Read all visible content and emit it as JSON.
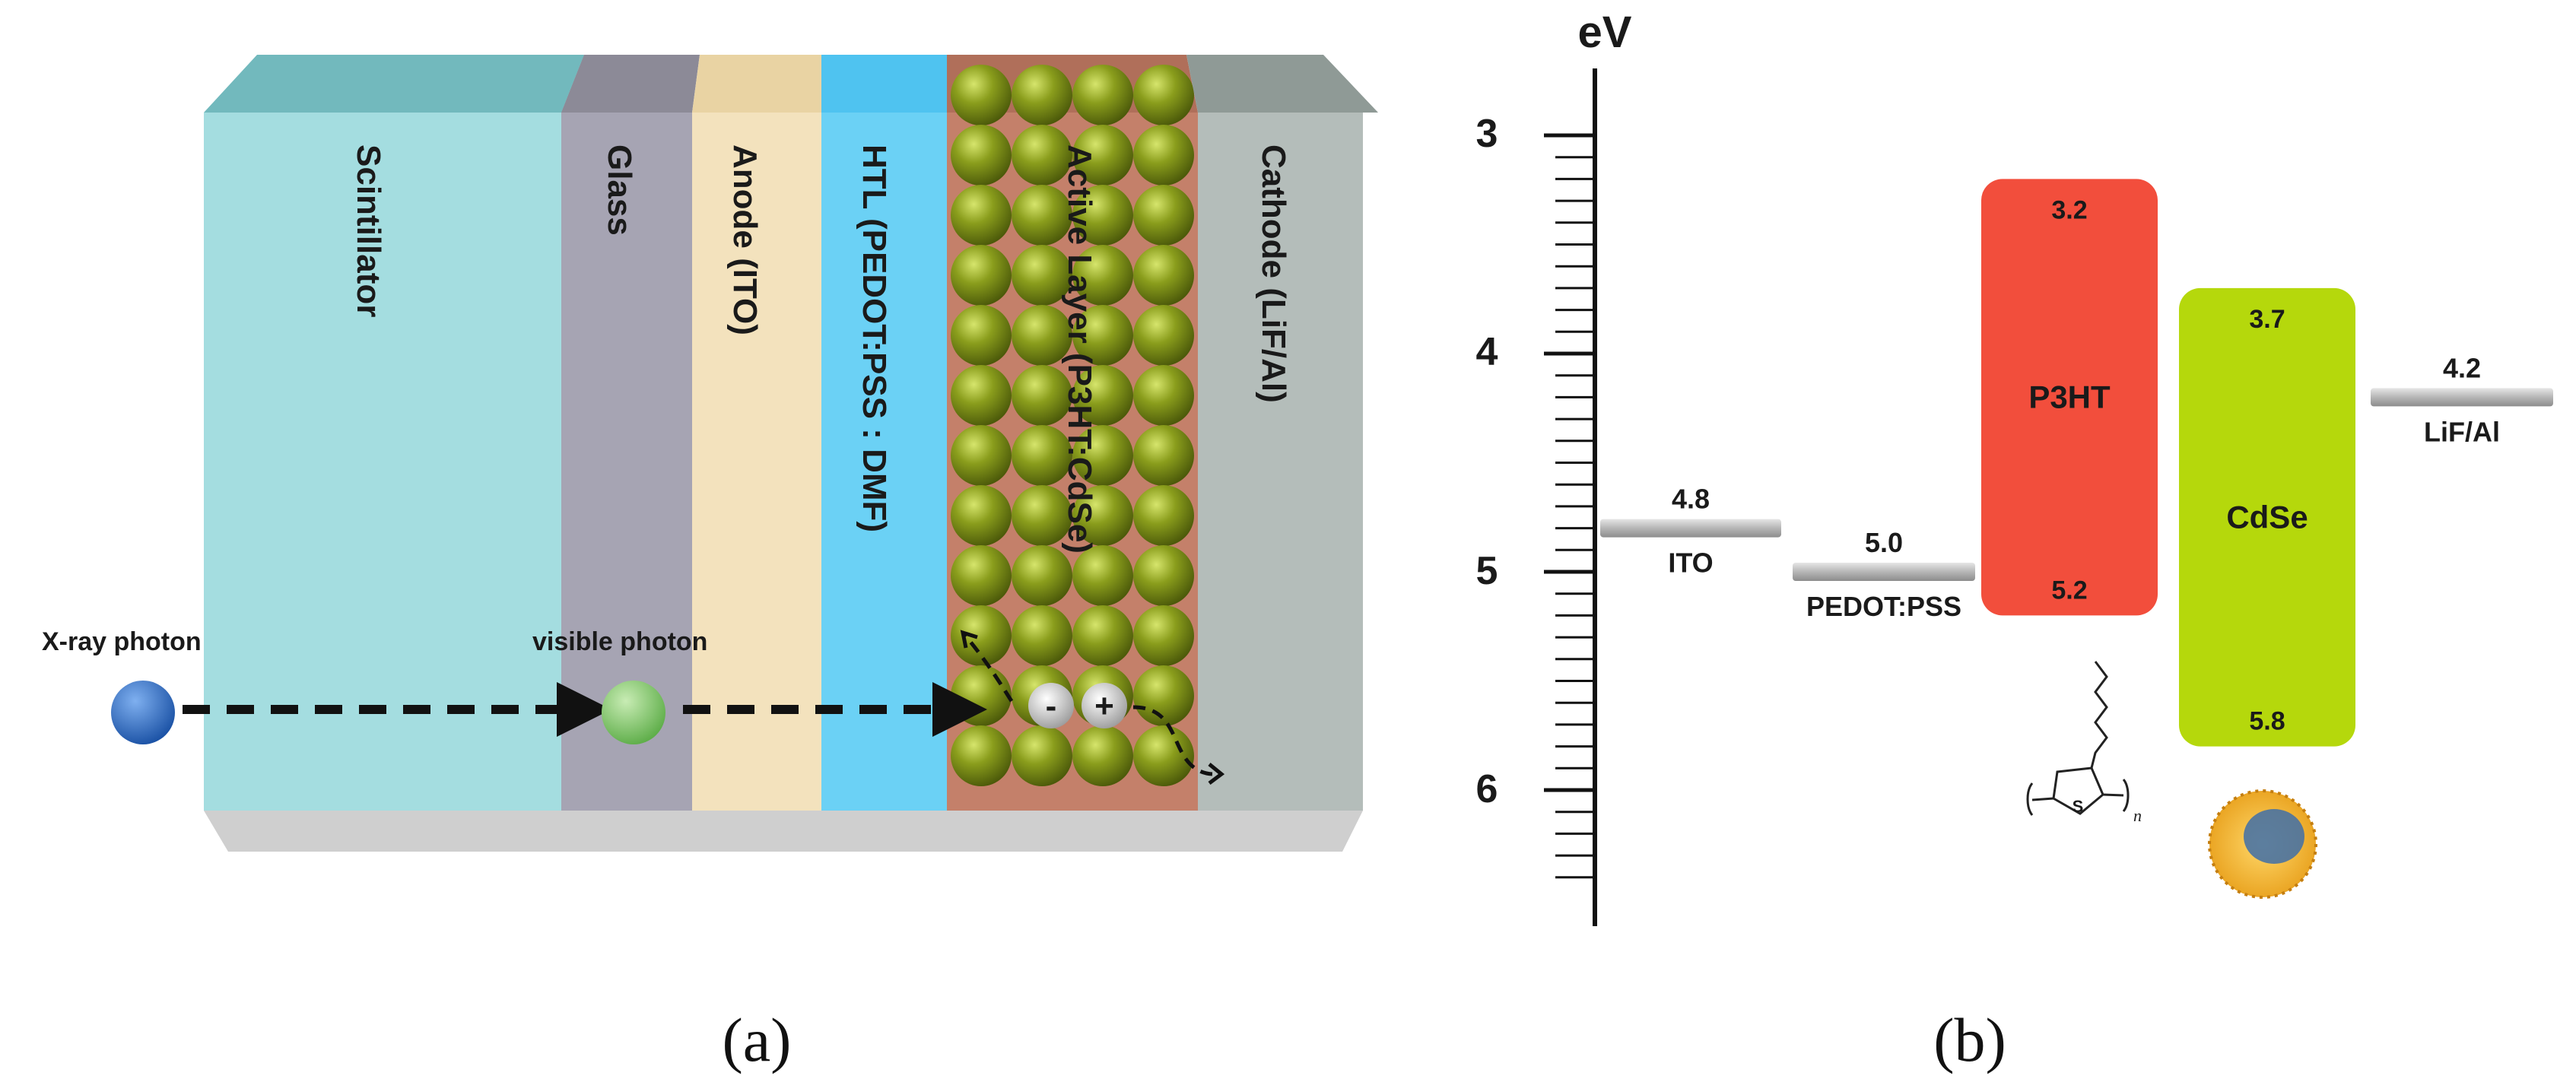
{
  "panel_a": {
    "label": "(a)",
    "layers": [
      {
        "name": "Scintillator",
        "color": "#a4dde0"
      },
      {
        "name": "Glass",
        "color": "#a6a4b3"
      },
      {
        "name": "Anode (ITO)",
        "color": "#f3e2bd"
      },
      {
        "name": "HTL (PEDOT:PSS : DMF)",
        "color": "#6bd1f5"
      },
      {
        "name": "Active Layer (P3HT:CdSe)",
        "color": "#c4806a"
      },
      {
        "name": "Cathode (LiF/Al)",
        "color": "#b4bdba"
      }
    ],
    "xray_label": "X-ray photon",
    "visible_label": "visible photon",
    "minus_sign": "-",
    "plus_sign": "+"
  },
  "panel_b": {
    "label": "(b)",
    "axis_unit": "eV",
    "ticks": [
      "3",
      "4",
      "5",
      "6"
    ],
    "levels": [
      {
        "name": "ITO",
        "value": "4.8",
        "ev": 4.8
      },
      {
        "name": "PEDOT:PSS",
        "value": "5.0",
        "ev": 5.0
      },
      {
        "name": "LiF/Al",
        "value": "4.2",
        "ev": 4.2
      }
    ],
    "bands": [
      {
        "name": "P3HT",
        "lumo": "3.2",
        "homo": "5.2",
        "lumo_ev": 3.2,
        "homo_ev": 5.2,
        "color": "#f24e3c"
      },
      {
        "name": "CdSe",
        "lumo": "3.7",
        "homo": "5.8",
        "lumo_ev": 3.7,
        "homo_ev": 5.8,
        "color": "#b5d80c"
      }
    ],
    "polymer_subscript": "n",
    "polymer_atom": "S"
  }
}
